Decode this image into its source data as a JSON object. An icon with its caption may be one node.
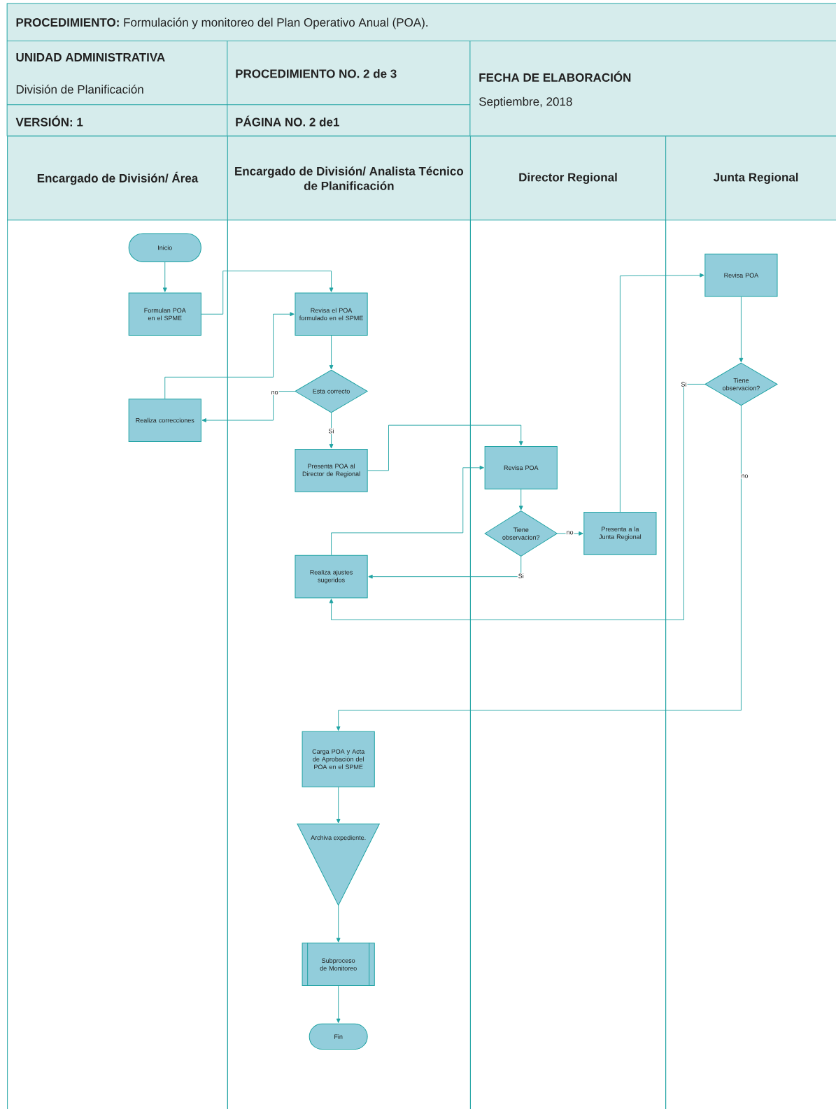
{
  "diagram": {
    "title": "**PROCEDIMIENTO:** Formulación y monitoreo del Plan Operativo Anual (POA).",
    "nodes": [
      {
        "text": [
          "Encargado de División/ Área"
        ]
      },
      {
        "text": [
          "Encargado de División/ Analista Técnico de Planificación"
        ]
      },
      {
        "text": [
          "Director Regional"
        ]
      },
      {
        "text": [
          "Junta Regional"
        ]
      },
      {
        "text": [
          "Inicio"
        ],
        "in": 0
      },
      {
        "text": [
          "Formulan POA en el SPME"
        ],
        "in": 0
      },
      {
        "text": [
          "Revisa el POA formulado en el SPME"
        ],
        "in": 1
      },
      {
        "text": [
          "Esta correcto"
        ],
        "in": 1
      },
      {
        "text": [
          "Realiza correcciones"
        ],
        "in": 0
      },
      {
        "text": [
          "Presenta POA al Director de Regional"
        ],
        "in": 1
      },
      {
        "text": [
          "Revisa POA"
        ],
        "in": 2
      },
      {
        "text": [
          "Tiene observacion?"
        ],
        "in": 2
      },
      {
        "text": [
          "Presenta a la Junta Regional"
        ],
        "in": 2
      },
      {
        "text": [
          "Realiza ajustes sugeridos"
        ],
        "in": 1
      },
      {
        "text": [
          "Revisa POA"
        ],
        "in": 3
      },
      {
        "text": [
          "Tiene observacion?"
        ],
        "in": 3
      },
      {
        "text": [
          "Carga POA y Acta de Aprobación del POA en el SPME"
        ],
        "in": 1
      },
      {
        "text": [
          "Archiva expediente."
        ],
        "in": 1
      },
      {
        "text": [
          "Subproceso de Monitoreo"
        ],
        "in": 1
      },
      {
        "text": [
          "Fin"
        ],
        "in": 1
      }
    ],
    "edges": [
      {
        "from": 4,
        "to": 5,
        "arrow": "to"
      },
      {
        "from": 5,
        "to": 6,
        "arrow": "to"
      },
      {
        "from": 6,
        "to": 7,
        "arrow": "to"
      },
      {
        "from": 7,
        "to": 8,
        "arrow": "to",
        "label": "no"
      },
      {
        "from": 8,
        "to": 6,
        "arrow": "to"
      },
      {
        "from": 7,
        "to": 9,
        "arrow": "to",
        "label": "Si"
      },
      {
        "from": 9,
        "to": 10,
        "arrow": "to"
      },
      {
        "from": 10,
        "to": 11,
        "arrow": "to"
      },
      {
        "from": 11,
        "to": 12,
        "arrow": "to",
        "label": "no"
      },
      {
        "from": 11,
        "to": 13,
        "arrow": "to",
        "label": "Si"
      },
      {
        "from": 13,
        "to": 10,
        "arrow": "to"
      },
      {
        "from": 12,
        "to": 14,
        "arrow": "to"
      },
      {
        "from": 14,
        "to": 15,
        "arrow": "to"
      },
      {
        "from": 15,
        "to": 13,
        "arrow": "to",
        "label": "Si"
      },
      {
        "from": 15,
        "to": 16,
        "arrow": "to",
        "label": "no"
      },
      {
        "from": 16,
        "to": 17,
        "arrow": "to"
      },
      {
        "from": 17,
        "to": 18,
        "arrow": "to"
      },
      {
        "from": 18,
        "to": 19,
        "arrow": "to"
      }
    ],
    "labels": [
      "UNIDAD ADMINISTRATIVA",
      "División de Planificación",
      "PROCEDIMIENTO NO. 2 de 3",
      "FECHA DE ELABORACIÓN",
      "Septiembre, 2018",
      "VERSIÓN: 1",
      "PÁGINA NO. 2 de1"
    ]
  }
}
